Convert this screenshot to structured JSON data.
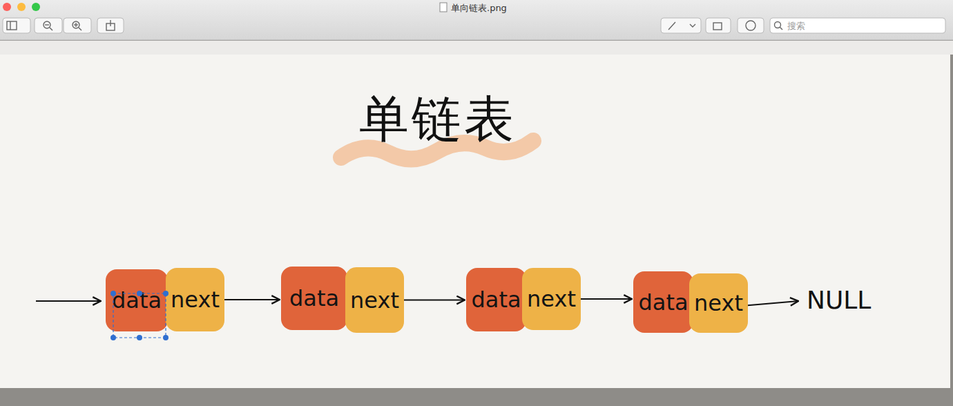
{
  "diagram": {
    "title": "单链表",
    "nodes": [
      {
        "text": [
          "data"
        ]
      },
      {
        "text": [
          "next"
        ]
      },
      {
        "text": [
          "data"
        ]
      },
      {
        "text": [
          "next"
        ]
      },
      {
        "text": [
          "data"
        ]
      },
      {
        "text": [
          "next"
        ]
      },
      {
        "text": [
          "data"
        ]
      },
      {
        "text": [
          "next"
        ]
      }
    ],
    "edges": [
      {
        "from": 1,
        "to": 2,
        "arrow": "to"
      },
      {
        "from": 3,
        "to": 4,
        "arrow": "to"
      },
      {
        "from": 5,
        "to": 6,
        "arrow": "to"
      }
    ],
    "labels": [
      "单向链表.png",
      "搜索",
      "NULL"
    ]
  }
}
